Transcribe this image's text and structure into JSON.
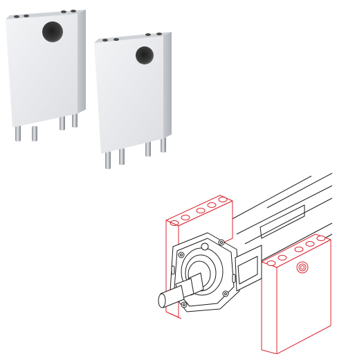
{
  "colors": {
    "background": "#ffffff",
    "metal_light": "#e9eaec",
    "metal_mid": "#d2d4d8",
    "metal_dark": "#a9adb3",
    "hole": "#3a3a3a",
    "drawing_line": "#1a1a1a",
    "highlight_red": "#d9232d"
  },
  "icons": {
    "left_bracket": "mounting-bracket-photo",
    "right_bracket": "mounting-bracket-photo",
    "technical_drawing": "cylinder-with-brackets-line-drawing"
  }
}
